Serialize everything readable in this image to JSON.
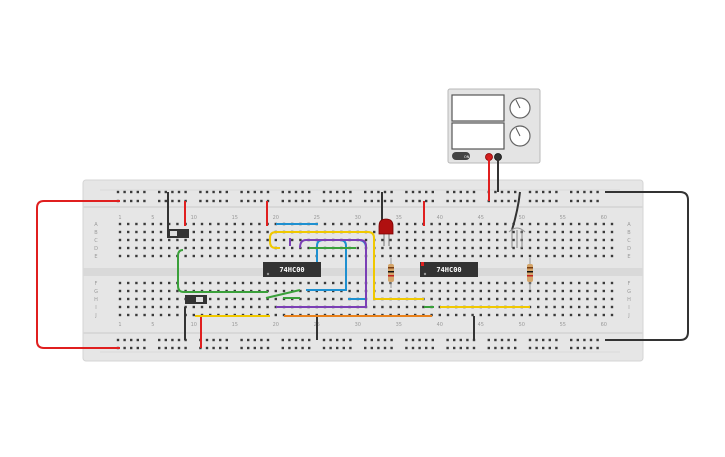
{
  "breadboard": {
    "column_numbers": [
      "1",
      "5",
      "10",
      "15",
      "20",
      "25",
      "30",
      "35",
      "40",
      "45",
      "50",
      "55",
      "60"
    ],
    "row_letters_top": [
      "A",
      "B",
      "C",
      "D",
      "E"
    ],
    "row_letters_bottom": [
      "F",
      "G",
      "H",
      "I",
      "J"
    ]
  },
  "chips": [
    {
      "label": "74HC00"
    },
    {
      "label": "74HC00"
    }
  ],
  "power_supply": {
    "on_button_label": "ON"
  },
  "colors": {
    "red_wire": "#e01f1f",
    "black_wire": "#333333",
    "green_wire": "#3aa03a",
    "blue_wire": "#1e90d0",
    "purple_wire": "#7b3fb5",
    "yellow_wire": "#f0c800",
    "orange_wire": "#e8821e",
    "board": "#e6e6e6",
    "led": "#b01010"
  }
}
